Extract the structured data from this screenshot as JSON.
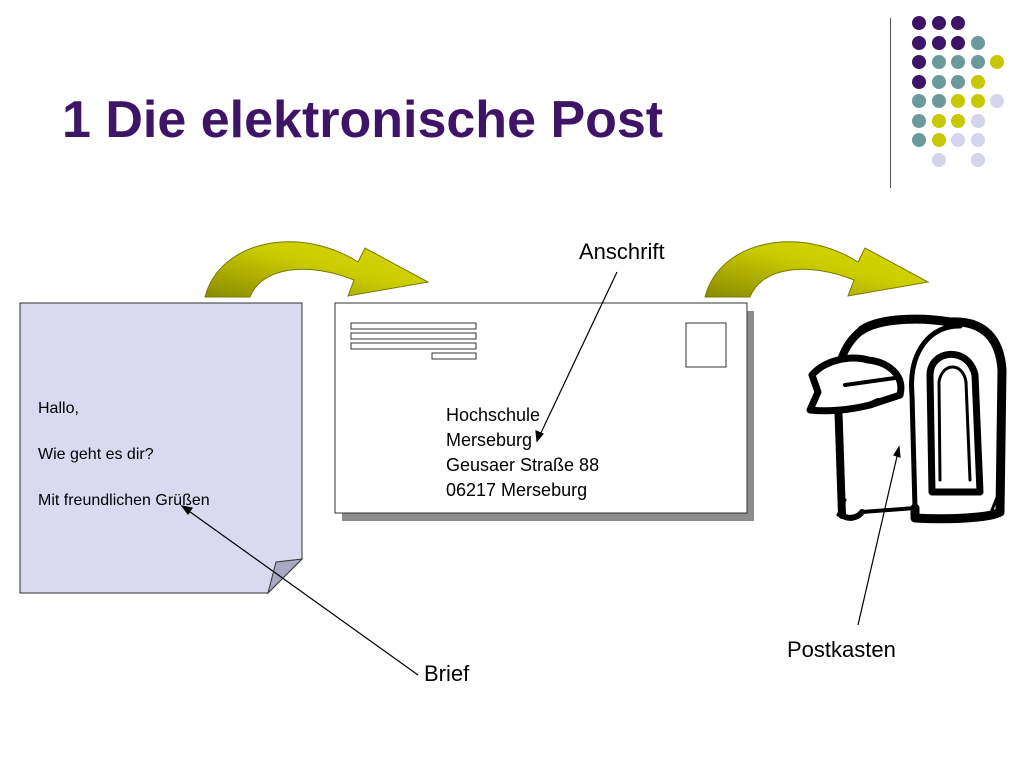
{
  "slide": {
    "title": "1 Die elektronische Post"
  },
  "letter": {
    "lines": [
      "Hallo,",
      "Wie geht es dir?",
      "Mit freundlichen Grüßen"
    ]
  },
  "envelope": {
    "address_lines": [
      "Hochschule",
      "Merseburg",
      "Geusaer Straße 88",
      "06217 Merseburg"
    ]
  },
  "labels": {
    "anschrift": "Anschrift",
    "postkasten": "Postkasten",
    "brief": "Brief"
  },
  "colors": {
    "title": "#3d1466",
    "letter_fill": "#d9d9f0",
    "arrow_fill": "#cccc00",
    "arrow_shade": "#8a8a00",
    "dot_purple": "#3d1466",
    "dot_teal": "#6b9a9a",
    "dot_yellow": "#c8c800",
    "dot_lavender": "#d4d4ea"
  }
}
